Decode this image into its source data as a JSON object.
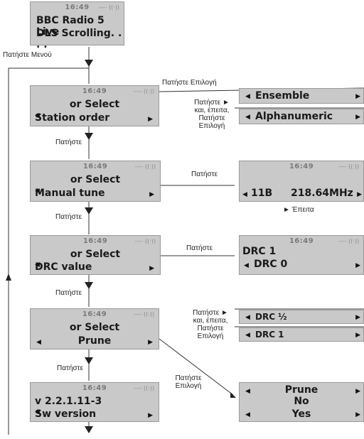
{
  "time": "16:49",
  "signal": "---- ((·))",
  "arrow_left": "◀",
  "arrow_right": "▶",
  "screens": {
    "start": {
      "line1": "BBC Radio 5 Live",
      "line2": "DLS Scrolling. . . ."
    },
    "station_order": {
      "line1": "or Select",
      "line2": "Station order"
    },
    "manual_tune": {
      "line1": "or Select",
      "line2": "Manual tune"
    },
    "drc_value": {
      "line1": "or Select",
      "line2": "DRC value"
    },
    "prune": {
      "line1": "or Select",
      "line2": "Prune"
    },
    "sw_version": {
      "line1": "v 2.2.1.11-3",
      "line2": "Sw version"
    }
  },
  "options": {
    "ensemble": "Ensemble",
    "alphanumeric": "Alphanumeric",
    "tune_channel": "11B",
    "tune_freq": "218.64MHz",
    "drc1_top": "DRC 1",
    "drc0": "DRC 0",
    "drc_half": "DRC ½",
    "drc1": "DRC 1",
    "prune_title": "Prune",
    "prune_no": "No",
    "prune_yes": "Yes"
  },
  "labels": {
    "press_menu": "Πατήστε Μενού",
    "press_select": "Πατήστε Επιλογή",
    "press_then_l1": "Πατήστε ►",
    "press_then_l2": "και, έπειτα,",
    "press_then_l3": "Πατήστε",
    "press_then_l4": "Επιλογή",
    "press": "Πατήστε",
    "then": "► Έπειτα",
    "press_select_l1": "Πατήστε",
    "press_select_l2": "Επιλογή"
  }
}
